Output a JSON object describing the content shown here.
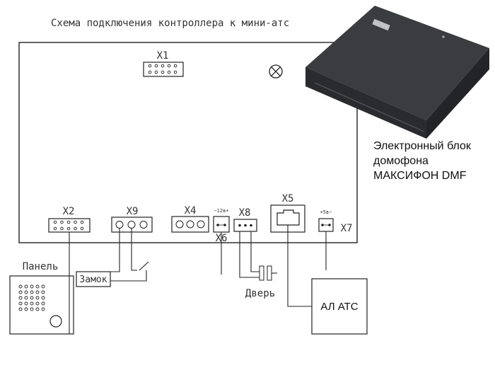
{
  "diagram": {
    "title": "Схема подключения контроллера к мини-атс",
    "connectors": {
      "x1": "X1",
      "x2": "X2",
      "x4": "X4",
      "x5": "X5",
      "x6": "X6",
      "x7": "X7",
      "x8": "X8",
      "x9": "X9"
    },
    "pin_labels": {
      "x6_voltage": "−12в+",
      "x7_voltage": "+5в−"
    },
    "devices": {
      "panel": "Панель",
      "lock": "Замок",
      "door": "Дверь",
      "pbx": "АЛ АТС"
    },
    "product_caption": {
      "line1": "Электронный блок",
      "line2": "домофона",
      "line3": "МАКСИФОН DMF"
    }
  }
}
